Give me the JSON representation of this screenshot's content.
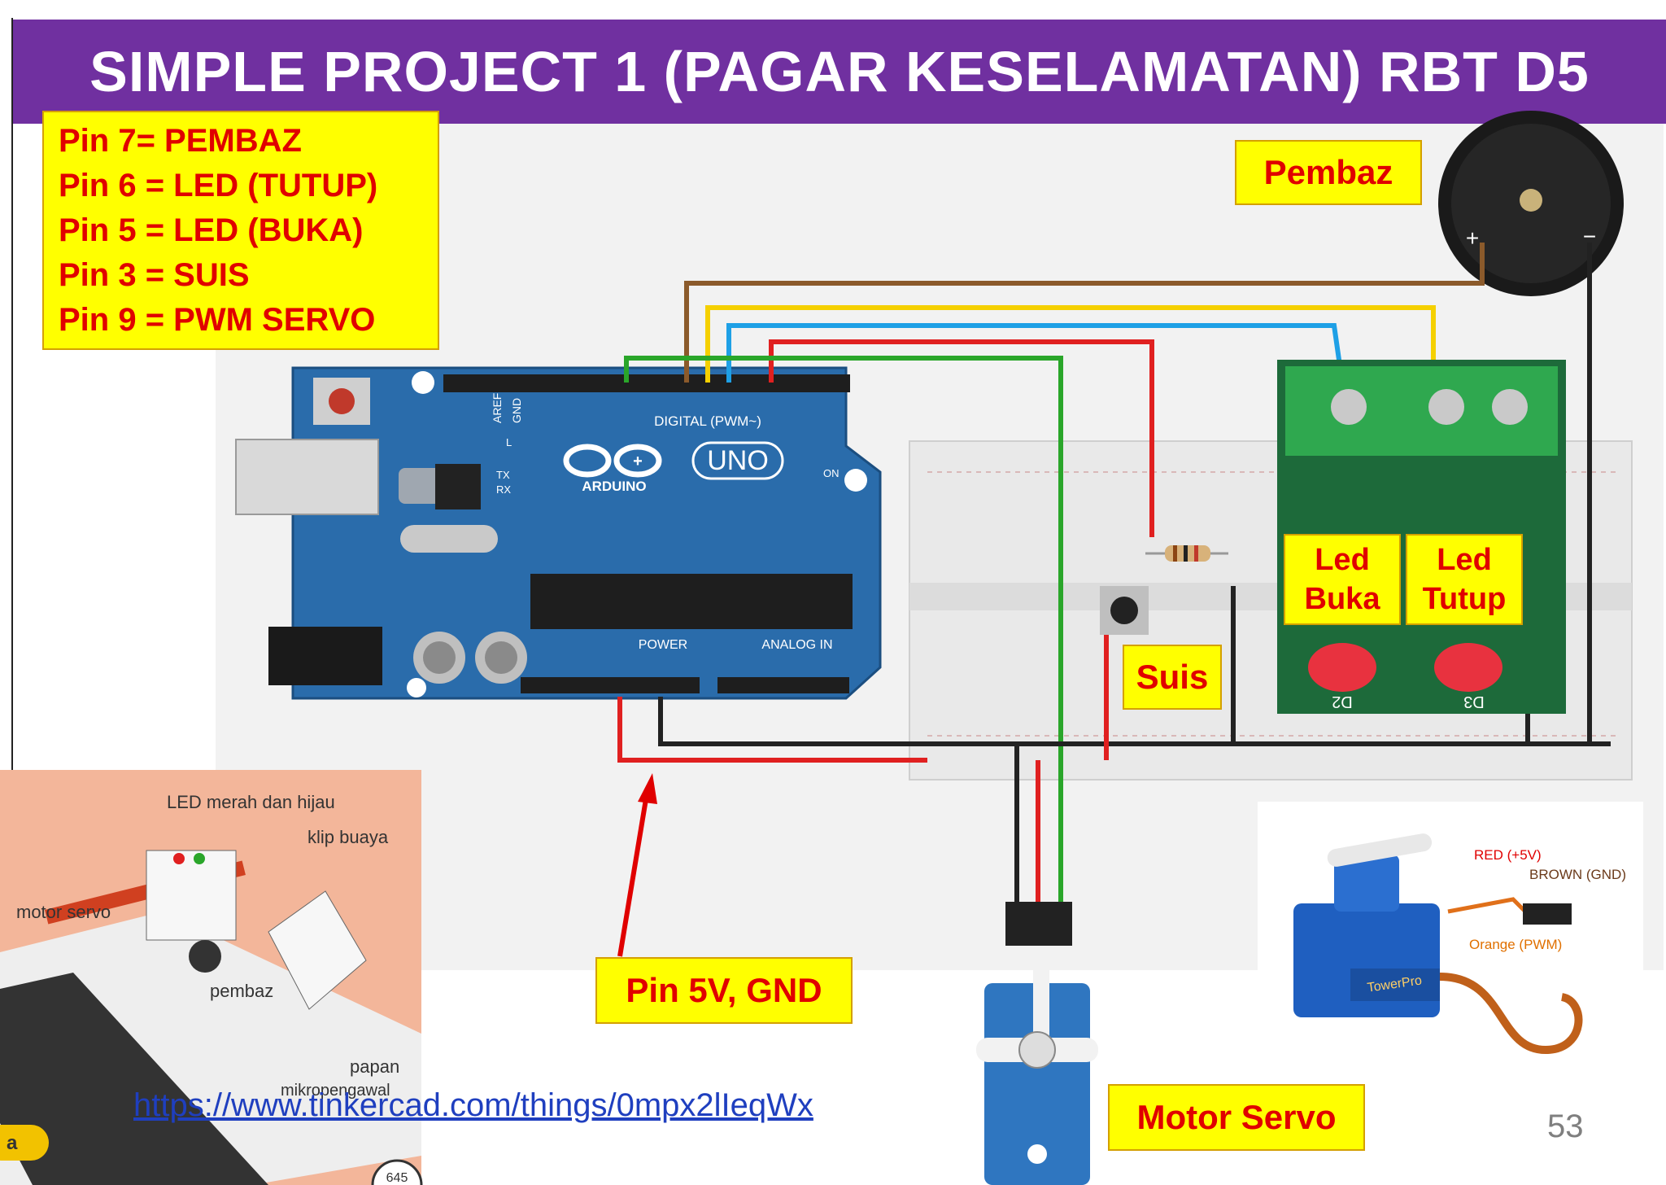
{
  "title": "SIMPLE PROJECT 1 (PAGAR KESELAMATAN) RBT D5",
  "pins": [
    "Pin 7= PEMBAZ",
    "Pin 6 = LED (TUTUP)",
    "Pin 5 = LED (BUKA)",
    "Pin 3 = SUIS",
    "Pin 9 =  PWM SERVO"
  ],
  "labels": {
    "pembaz": "Pembaz",
    "led_buka_1": "Led",
    "led_buka_2": "Buka",
    "led_tutup_1": "Led",
    "led_tutup_2": "Tutup",
    "suis": "Suis",
    "pin5v": "Pin 5V, GND",
    "motor_servo": "Motor Servo"
  },
  "arduino": {
    "digital": "DIGITAL (PWM~)",
    "uno": "UNO",
    "brand": "ARDUINO",
    "power": "POWER",
    "analog": "ANALOG IN",
    "on": "ON",
    "tx": "TX",
    "rx": "RX",
    "l": "L",
    "aref": "AREF",
    "gnd": "GND"
  },
  "servo_photo": {
    "red": "RED (+5V)",
    "brown": "BROWN (GND)",
    "orange": "Orange (PWM)",
    "brand": "TowerPro"
  },
  "illustration": {
    "led_label": "LED merah dan hijau",
    "klip": "klip buaya",
    "motor": "motor servo",
    "pembaz": "pembaz",
    "papan_1": "papan",
    "papan_2": "mikropengawal",
    "page": "645",
    "tab": "a"
  },
  "module": {
    "d2": "D2",
    "d3": "D3"
  },
  "link": "https://www.tinkercad.com/things/0mpx2lIeqWx",
  "page_number": "53"
}
